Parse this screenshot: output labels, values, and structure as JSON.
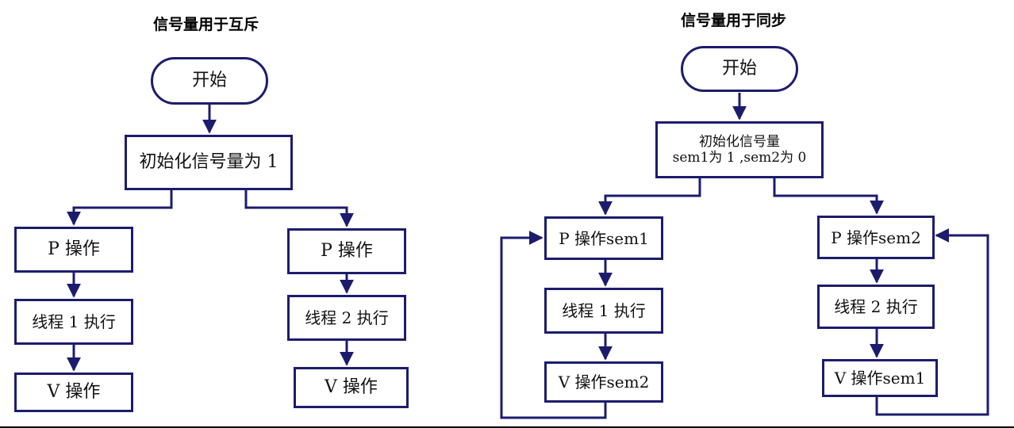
{
  "left": {
    "title": "信号量用于互斥",
    "start": "开始",
    "init": "初始化信号量为 1",
    "branch1": {
      "p": "P 操作",
      "run": "线程 1 执行",
      "v": "V 操作"
    },
    "branch2": {
      "p": "P 操作",
      "run": "线程 2 执行",
      "v": "V 操作"
    }
  },
  "right": {
    "title": "信号量用于同步",
    "start": "开始",
    "init_line1": "初始化信号量",
    "init_line2": "sem1为 1 ,sem2为 0",
    "branch1": {
      "p": "P 操作sem1",
      "run": "线程 1 执行",
      "v": "V 操作sem2"
    },
    "branch2": {
      "p": "P 操作sem2",
      "run": "线程 2 执行",
      "v": "V 操作sem1"
    }
  },
  "colors": {
    "line": "#1c1c6e",
    "border": "#1c1c6e"
  }
}
